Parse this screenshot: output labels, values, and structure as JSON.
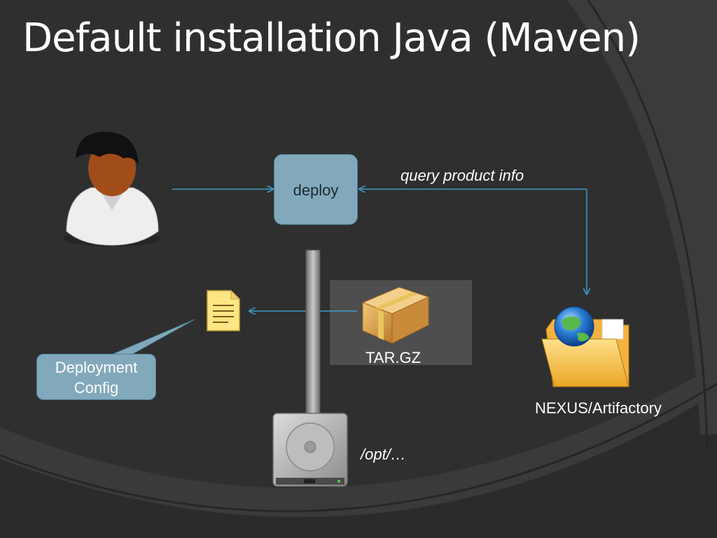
{
  "slide": {
    "title": "Default installation Java (Maven)"
  },
  "diagram": {
    "deploy_label": "deploy",
    "query_label": "query product info",
    "package_label": "TAR.GZ",
    "repository_label": "NEXUS/Artifactory",
    "config_label_line1": "Deployment",
    "config_label_line2": "Config",
    "install_path_label": "/opt/…"
  },
  "colors": {
    "background": "#2e2e2e",
    "accent_box": "#82a9bb",
    "connector": "#3f9bc6",
    "text": "#ffffff"
  },
  "icons": [
    "user-icon",
    "document-icon",
    "package-box-icon",
    "network-folder-icon",
    "hard-drive-icon"
  ]
}
